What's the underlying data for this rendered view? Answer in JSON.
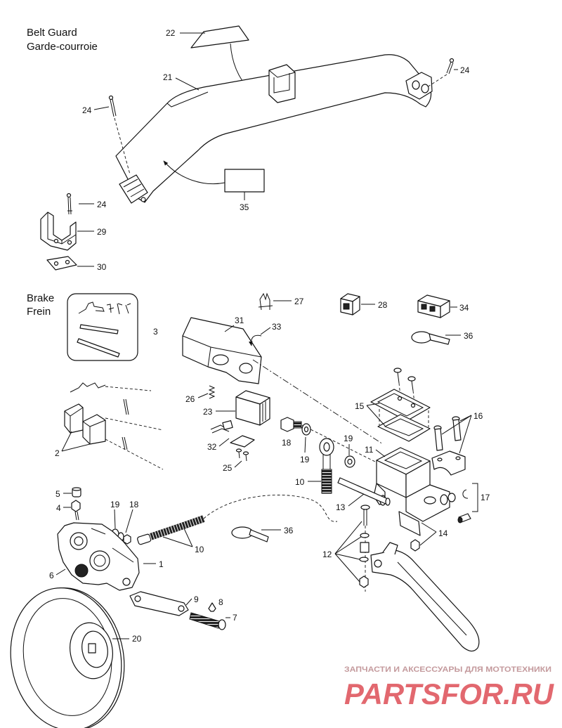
{
  "belt_guard": {
    "title_en": "Belt Guard",
    "title_fr": "Garde-courroie",
    "callouts": [
      "22",
      "21",
      "24",
      "24",
      "35",
      "24",
      "29",
      "30"
    ]
  },
  "brake": {
    "title_en": "Brake",
    "title_fr": "Frein",
    "callouts": [
      "3",
      "27",
      "28",
      "34",
      "36",
      "31",
      "33",
      "26",
      "23",
      "32",
      "25",
      "2",
      "18",
      "19",
      "19",
      "15",
      "16",
      "11",
      "10",
      "17",
      "13",
      "14",
      "12",
      "5",
      "4",
      "19",
      "18",
      "6",
      "1",
      "10",
      "36",
      "9",
      "8",
      "7",
      "20"
    ]
  },
  "watermark": {
    "tagline": "ЗАПЧАСТИ И АКСЕССУАРЫ ДЛЯ МОТОТЕХНИКИ",
    "logo": "PARTSFOR.RU"
  },
  "colors": {
    "background": "#ffffff",
    "line": "#111111",
    "watermark_logo": "#e2686f",
    "watermark_tagline": "#c49a9d"
  }
}
